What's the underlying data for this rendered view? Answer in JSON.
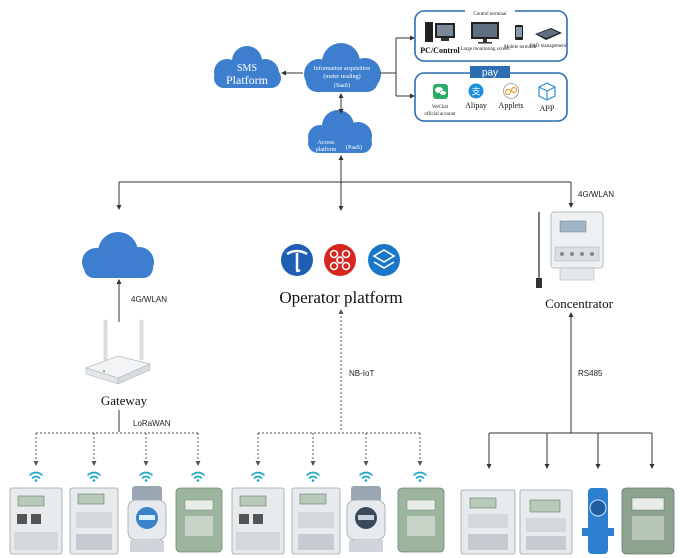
{
  "clouds": {
    "sms": {
      "line1": "SMS",
      "line2": "Platform"
    },
    "saas": {
      "line1": "Information acquisition",
      "line2": "(meter reading)",
      "line3": "(SaaS)"
    },
    "paas": {
      "line1": "Access",
      "line2": "platform",
      "line3": "(PaaS)"
    }
  },
  "control_terminal": {
    "header": "Control terminal",
    "items": [
      "PC/Control",
      "Large monitoring screen",
      "Mobile terminal",
      "PAD management"
    ]
  },
  "pay": {
    "header": "pay",
    "items": [
      "WeChat official account",
      "Alipay",
      "Applets",
      "APP"
    ]
  },
  "branches": {
    "left": {
      "link_label": "4G/WLAN",
      "device": "Gateway",
      "bus_label": "LoRaWAN"
    },
    "middle": {
      "title": "Operator platform",
      "link_label": "NB-IoT"
    },
    "right": {
      "top_label": "4G/WLAN",
      "device": "Concentrator",
      "bus_label": "RS485"
    }
  },
  "icons": {
    "operators": [
      "telecom-logo-icon",
      "unicom-logo-icon",
      "mobile-logo-icon"
    ],
    "meters": [
      "electric-meter-icon",
      "electric-meter-icon",
      "water-meter-icon",
      "gas-meter-icon"
    ]
  },
  "colors": {
    "cloud": "#3d7ecf",
    "box_border": "#2d6fb2",
    "wifi": "#1ba8c9",
    "telecom": "#1e5fb4",
    "unicom": "#d6241e",
    "mobile": "#1977c9"
  }
}
